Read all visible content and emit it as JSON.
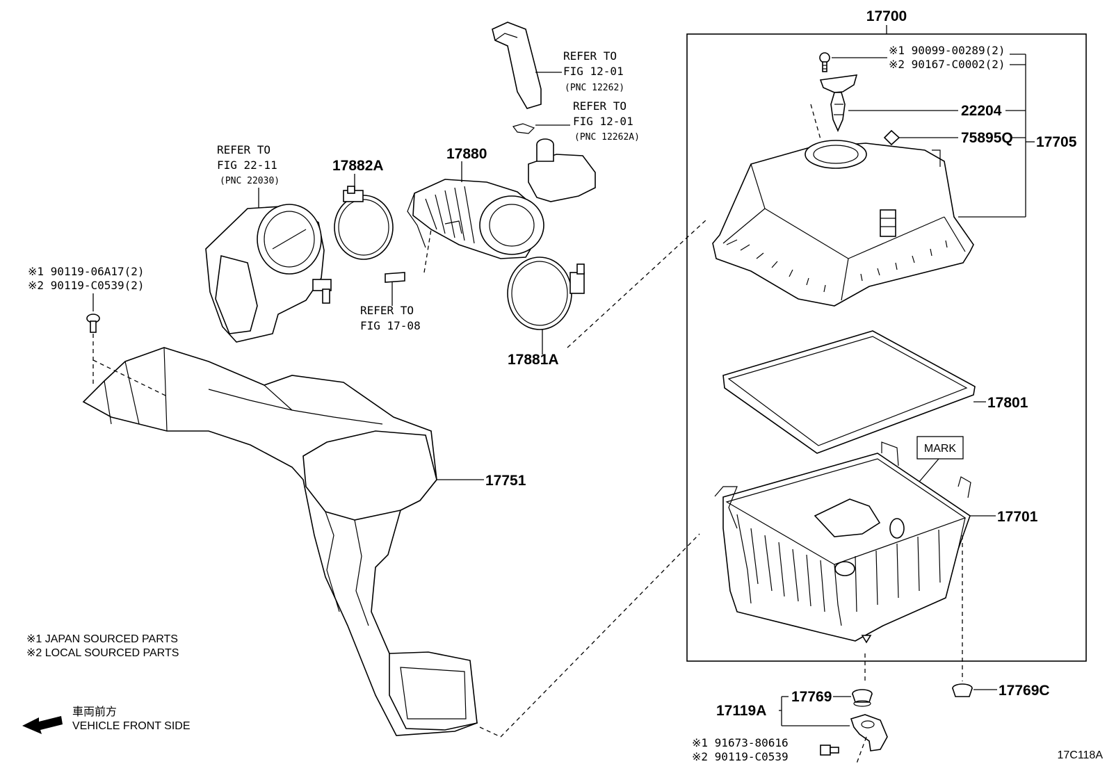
{
  "diagram": {
    "figure_code": "17C118A",
    "assembly_number": "17700",
    "mark_label": "MARK",
    "legend": {
      "japan": "※1  JAPAN SOURCED PARTS",
      "local": "※2  LOCAL SOURCED PARTS"
    },
    "direction": {
      "japanese": "車両前方",
      "english": "VEHICLE FRONT SIDE"
    },
    "refs": {
      "fig1201_a": {
        "line1": "REFER TO",
        "line2": "FIG 12-01",
        "line3": "(PNC 12262)"
      },
      "fig1201_b": {
        "line1": "REFER TO",
        "line2": "FIG 12-01",
        "line3": "(PNC 12262A)"
      },
      "fig2211": {
        "line1": "REFER TO",
        "line2": "FIG 22-11",
        "line3": "(PNC 22030)"
      },
      "fig1708": {
        "line1": "REFER TO",
        "line2": "FIG 17-08"
      }
    },
    "fasteners": {
      "top": {
        "a": "※1 90099-00289(2)",
        "b": "※2 90167-C0002(2)"
      },
      "left": {
        "a": "※1 90119-06A17(2)",
        "b": "※2 90119-C0539(2)"
      },
      "bottom": {
        "a": "※1 91673-80616",
        "b": "※2 90119-C0539"
      }
    },
    "parts": {
      "p17705": "17705",
      "p22204": "22204",
      "p75895q": "75895Q",
      "p17801": "17801",
      "p17701": "17701",
      "p17769": "17769",
      "p17769c": "17769C",
      "p17119a": "17119A",
      "p17751": "17751",
      "p17880": "17880",
      "p17882a": "17882A",
      "p17881a": "17881A"
    }
  }
}
